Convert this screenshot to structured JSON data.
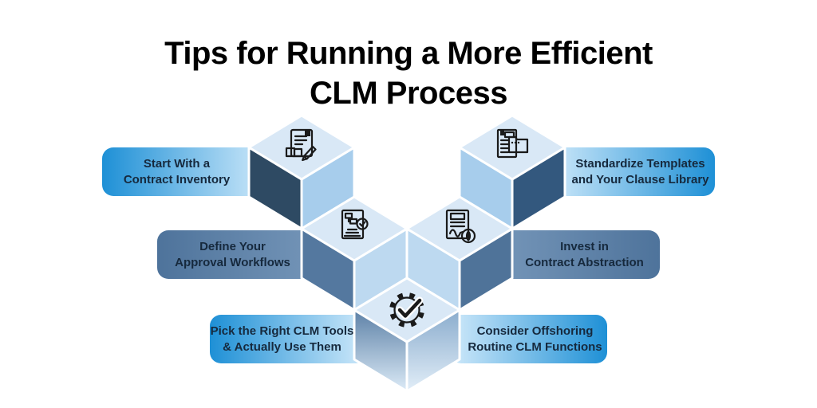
{
  "title": {
    "line1": "Tips for Running a More Efficient",
    "line2": "CLM Process"
  },
  "banners": {
    "top_left": {
      "line1": "Start With a",
      "line2": "Contract Inventory"
    },
    "top_right": {
      "line1": "Standardize Templates",
      "line2": "and Your Clause Library"
    },
    "mid_left": {
      "line1": "Define Your",
      "line2": "Approval Workflows"
    },
    "mid_right": {
      "line1": "Invest in",
      "line2": "Contract Abstraction"
    },
    "bottom_left": {
      "line1": "Pick the Right CLM Tools",
      "line2": "& Actually Use Them"
    },
    "bottom_right": {
      "line1": "Consider Offshoring",
      "line2": "Routine CLM Functions"
    }
  },
  "icons": {
    "top_left": "contract-document-pen-icon",
    "top_right": "document-folder-templates-icon",
    "mid_left": "workflow-document-check-icon",
    "mid_right": "contract-money-icon",
    "bottom": "gear-checkmark-icon"
  },
  "colors": {
    "title_text": "#000000",
    "banner_text": "#16293d",
    "cube_top": "#d9e8f6",
    "cube1_left": "#2e4a63",
    "cube1_right": "#a7cdec",
    "cube2_left": "#54789f",
    "cube2_right": "#bdd9f0",
    "cube3_left": "#bdd9f0",
    "cube3_right": "#4f7399",
    "cube4_left": "#a7cdec",
    "cube4_right": "#33587e",
    "cube5_left_top": "#5d81a7",
    "cube5_left_bottom": "#dcebf7",
    "cube5_right_top": "#8aaccd",
    "cube5_right_bottom": "#e2eef8",
    "banner_blue": "#1e90d6",
    "banner_blue_light": "#cfe9fa",
    "banner_slate": "#4e739b",
    "banner_slate_light": "#7495b8",
    "icon_stroke": "#1a1a1a"
  }
}
